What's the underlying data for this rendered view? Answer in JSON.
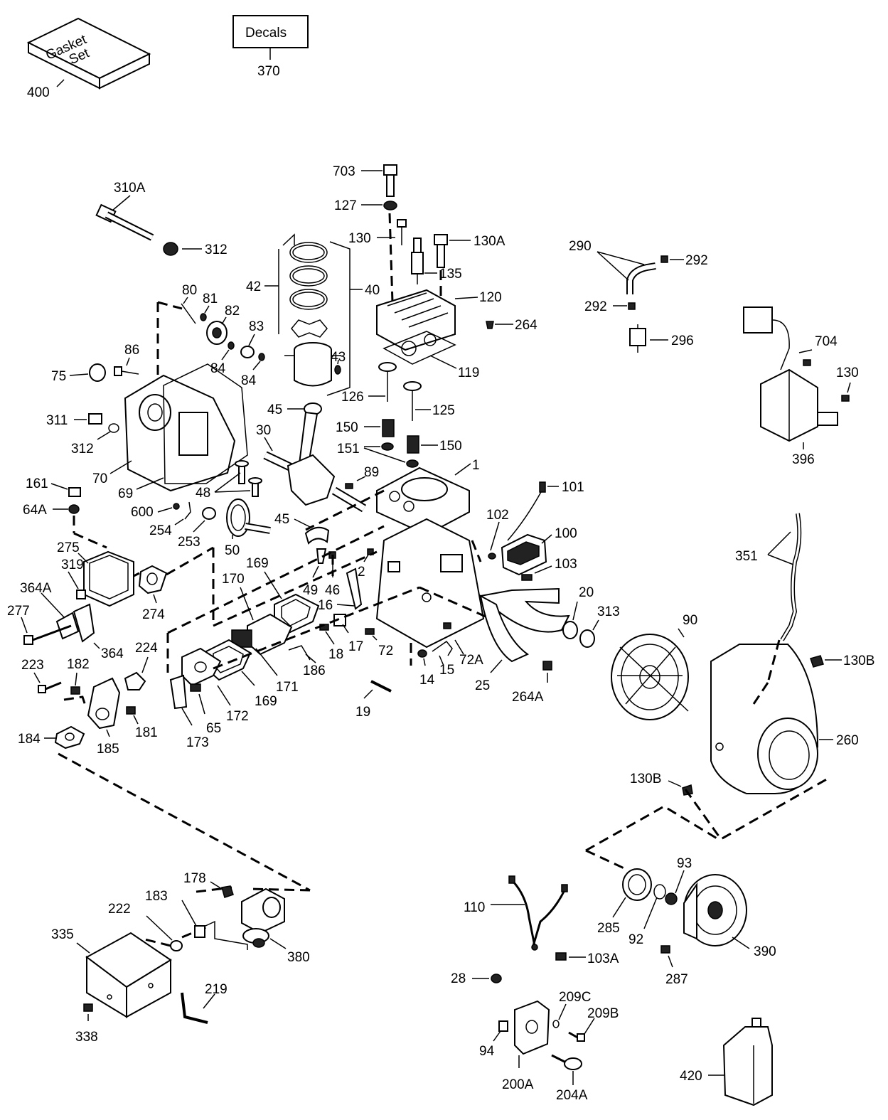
{
  "kit_labels": {
    "gasket_set": [
      "Gasket",
      "Set"
    ],
    "decals": "Decals"
  },
  "callouts": {
    "c400": "400",
    "c370": "370",
    "c703": "703",
    "c127": "127",
    "c130_top": "130",
    "c130A": "130A",
    "c135": "135",
    "c120": "120",
    "c264": "264",
    "c119": "119",
    "c126": "126",
    "c125": "125",
    "c150a": "150",
    "c150b": "150",
    "c151": "151",
    "c1": "1",
    "c310A": "310A",
    "c312a": "312",
    "c42": "42",
    "c40": "40",
    "c43": "43",
    "c80": "80",
    "c81": "81",
    "c82": "82",
    "c83": "83",
    "c84a": "84",
    "c84b": "84",
    "c86": "86",
    "c75": "75",
    "c311": "311",
    "c312b": "312",
    "c70": "70",
    "c69": "69",
    "c45a": "45",
    "c30": "30",
    "c89": "89",
    "c161": "161",
    "c64A": "64A",
    "c48": "48",
    "c600": "600",
    "c254": "254",
    "c253": "253",
    "c50": "50",
    "c45b": "45",
    "c101": "101",
    "c102": "102",
    "c100": "100",
    "c103": "103",
    "c275": "275",
    "c319": "319",
    "c364A": "364A",
    "c277": "277",
    "c274": "274",
    "c364": "364",
    "c49": "49",
    "c46": "46",
    "c2": "2",
    "c16": "16",
    "c169a": "169",
    "c170": "170",
    "c18": "18",
    "c17": "17",
    "c72": "72",
    "c72A": "72A",
    "c14": "14",
    "c15": "15",
    "c20": "20",
    "c313": "313",
    "c25": "25",
    "c264A": "264A",
    "c90": "90",
    "c186": "186",
    "c171": "171",
    "c169b": "169",
    "c172": "172",
    "c65": "65",
    "c173": "173",
    "c19": "19",
    "c223": "223",
    "c182": "182",
    "c224": "224",
    "c181": "181",
    "c184": "184",
    "c185": "185",
    "c290": "290",
    "c292a": "292",
    "c292b": "292",
    "c296": "296",
    "c704": "704",
    "c130_right": "130",
    "c396": "396",
    "c351": "351",
    "c130B_a": "130B",
    "c260": "260",
    "c130B_b": "130B",
    "c178": "178",
    "c183": "183",
    "c222": "222",
    "c335": "335",
    "c380": "380",
    "c219": "219",
    "c338": "338",
    "c110": "110",
    "c103A": "103A",
    "c28": "28",
    "c285": "285",
    "c93": "93",
    "c92": "92",
    "c390": "390",
    "c287": "287",
    "c209C": "209C",
    "c209B": "209B",
    "c94": "94",
    "c200A": "200A",
    "c204A": "204A",
    "c420": "420"
  }
}
